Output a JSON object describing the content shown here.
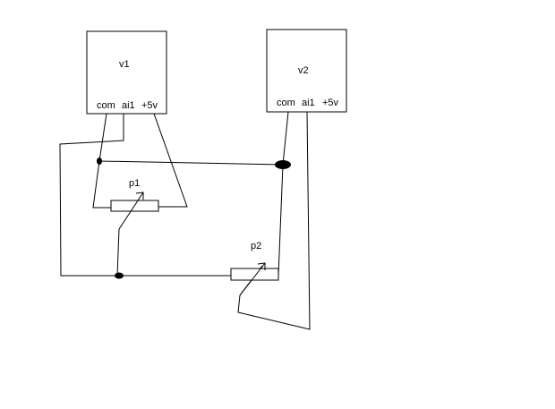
{
  "modules": [
    {
      "name": "v1",
      "pins": [
        "com",
        "ai1",
        "+5v"
      ]
    },
    {
      "name": "v2",
      "pins": [
        "com",
        "ai1",
        "+5v"
      ]
    }
  ],
  "potentiometers": [
    {
      "name": "p1"
    },
    {
      "name": "p2"
    }
  ]
}
